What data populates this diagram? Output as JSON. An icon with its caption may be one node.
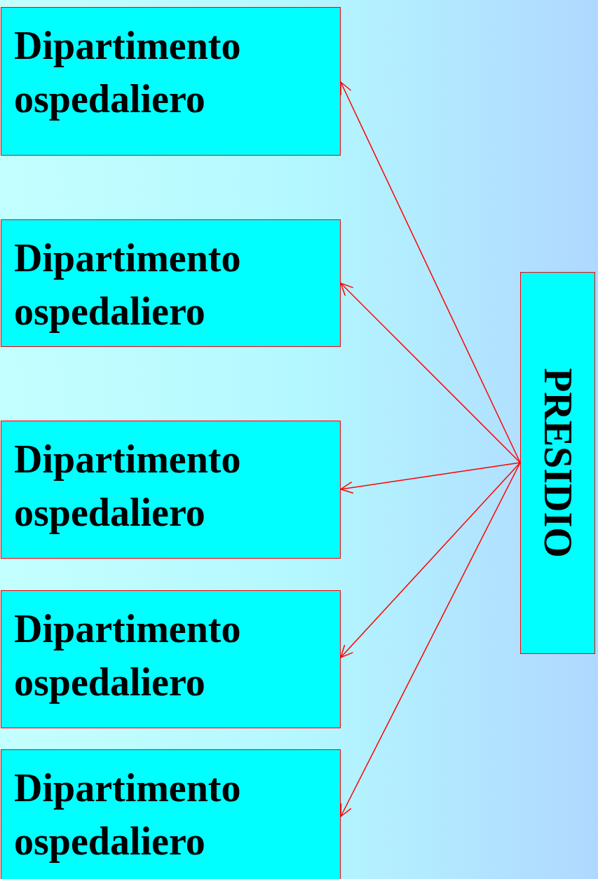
{
  "diagram": {
    "nodes": [
      {
        "text": [
          "Dipartimento ospedaliero"
        ]
      },
      {
        "text": [
          "Dipartimento ospedaliero"
        ]
      },
      {
        "text": [
          "Dipartimento ospedaliero"
        ]
      },
      {
        "text": [
          "Dipartimento ospedaliero"
        ]
      },
      {
        "text": [
          "Dipartimento ospedaliero"
        ]
      },
      {
        "text": [
          "PRESIDIO"
        ]
      }
    ],
    "edges": [
      {
        "from": 5,
        "to": 0,
        "arrow": "to"
      },
      {
        "from": 5,
        "to": 1,
        "arrow": "to"
      },
      {
        "from": 5,
        "to": 2,
        "arrow": "to"
      },
      {
        "from": 5,
        "to": 3,
        "arrow": "to"
      },
      {
        "from": 5,
        "to": 4,
        "arrow": "to"
      }
    ]
  }
}
